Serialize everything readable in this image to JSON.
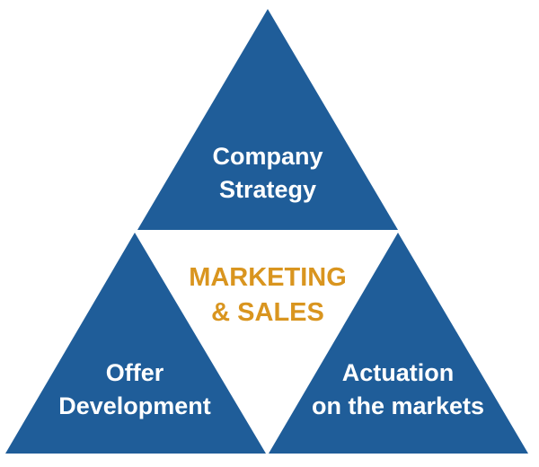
{
  "colors": {
    "triangle_fill": "#1f5d99",
    "label_text": "#ffffff",
    "center_text": "#d9951f"
  },
  "top": {
    "line1": "Company",
    "line2": "Strategy"
  },
  "bottom_left": {
    "line1": "Offer",
    "line2": "Development"
  },
  "bottom_right": {
    "line1": "Actuation",
    "line2": "on the markets"
  },
  "center": {
    "line1": "MARKETING",
    "line2": "& SALES"
  }
}
